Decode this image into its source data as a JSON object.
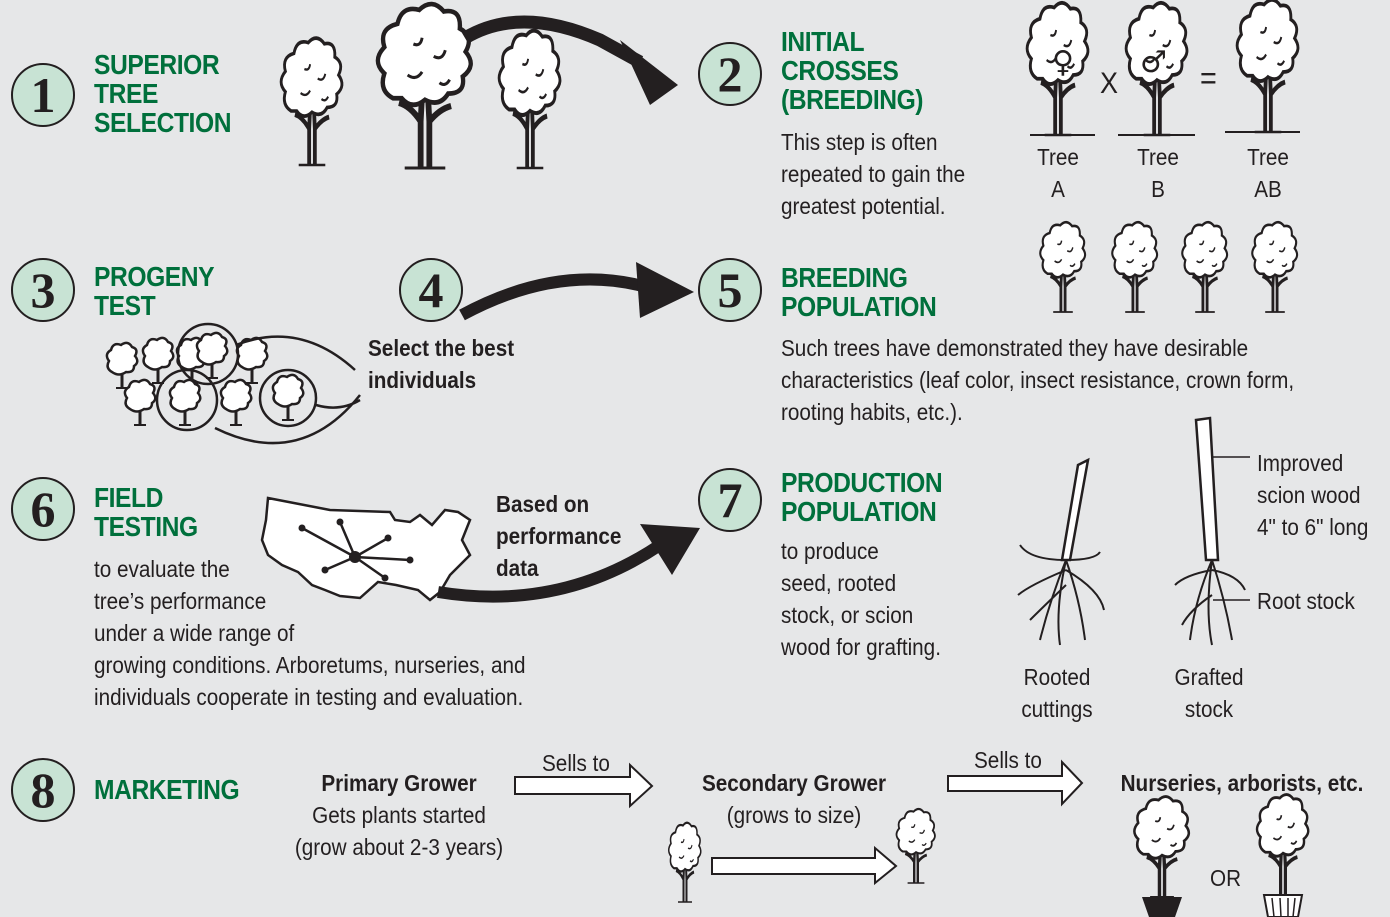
{
  "colors": {
    "background": "#e6e7e8",
    "title_green": "#00703c",
    "badge_fill": "#c8e3d4",
    "ink": "#231f20"
  },
  "steps": [
    {
      "number": "1",
      "title": [
        "SUPERIOR",
        "TREE",
        "SELECTION"
      ]
    },
    {
      "number": "2",
      "title": [
        "INITIAL",
        "CROSSES",
        "(BREEDING)"
      ],
      "text": [
        "This step is often",
        "repeated to gain the",
        "greatest potential."
      ]
    },
    {
      "number": "3",
      "title": [
        "PROGENY",
        "TEST"
      ]
    },
    {
      "number": "4",
      "text": [
        "Select the best",
        "individuals"
      ]
    },
    {
      "number": "5",
      "title": [
        "BREEDING",
        "POPULATION"
      ],
      "text": [
        "Such trees have demonstrated they have desirable",
        "characteristics (leaf color, insect resistance, crown form,",
        "rooting habits, etc.)."
      ]
    },
    {
      "number": "6",
      "title": [
        "FIELD",
        "TESTING"
      ],
      "text": [
        "to evaluate the",
        "tree’s performance",
        "under a wide range of",
        "growing conditions. Arboretums, nurseries, and",
        "individuals cooperate in testing and evaluation."
      ]
    },
    {
      "number": "7",
      "title": [
        "PRODUCTION",
        "POPULATION"
      ],
      "text": [
        "to produce",
        "seed, rooted",
        "stock, or scion",
        "wood for grafting."
      ]
    },
    {
      "number": "8",
      "title": [
        "MARKETING"
      ]
    }
  ],
  "cross": {
    "x": "X",
    "equals": "=",
    "trees": [
      [
        "Tree",
        "A"
      ],
      [
        "Tree",
        "B"
      ],
      [
        "Tree",
        "AB"
      ]
    ]
  },
  "arrow_label_6_7": [
    "Based on",
    "performance",
    "data"
  ],
  "graft": {
    "scion": [
      "Improved",
      "scion wood",
      "4\" to 6\" long"
    ],
    "rootstock": "Root stock",
    "rooted": [
      "Rooted",
      "cuttings"
    ],
    "grafted": [
      "Grafted",
      "stock"
    ]
  },
  "marketing": {
    "primary": {
      "name": "Primary Grower",
      "desc": [
        "Gets plants started",
        "(grow about 2-3 years)"
      ]
    },
    "sells1": "Sells to",
    "secondary": {
      "name": "Secondary Grower",
      "desc": "(grows to size)"
    },
    "sells2": "Sells to",
    "final": "Nurseries, arborists, etc.",
    "or": "OR"
  }
}
